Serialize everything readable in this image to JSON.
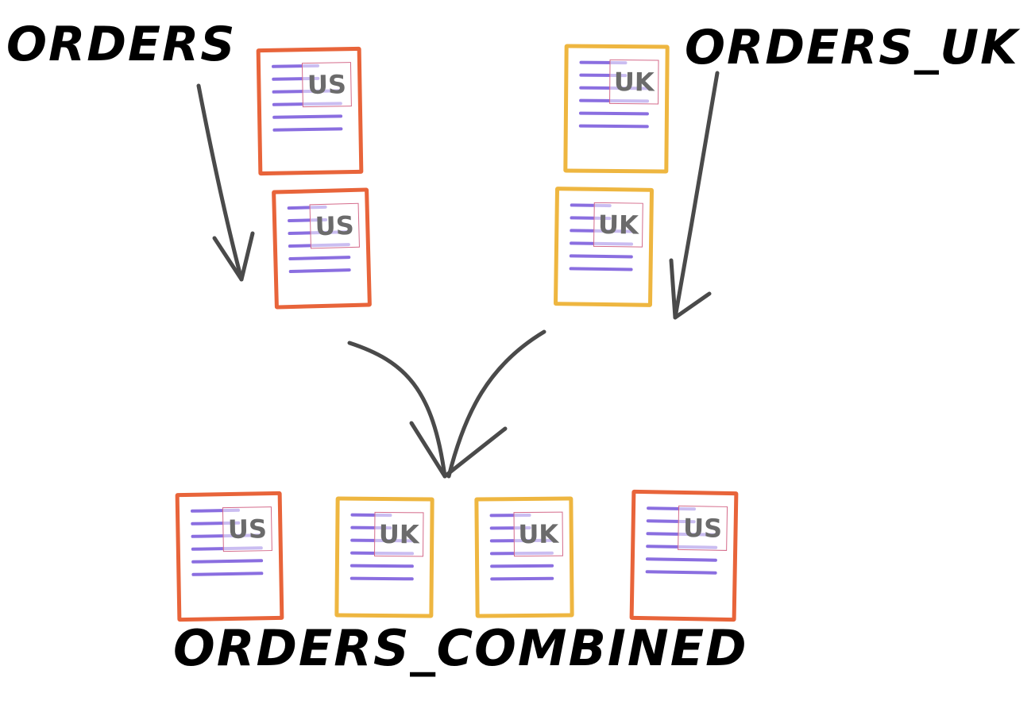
{
  "titles": {
    "orders": "ORDERS",
    "orders_uk": "ORDERS_UK",
    "orders_combined": "ORDERS_COMBINED"
  },
  "groups": {
    "orders": [
      {
        "label": "US",
        "color": "#e8643a"
      },
      {
        "label": "US",
        "color": "#e8643a"
      }
    ],
    "orders_uk": [
      {
        "label": "UK",
        "color": "#eeb640"
      },
      {
        "label": "UK",
        "color": "#eeb640"
      }
    ],
    "orders_combined": [
      {
        "label": "US",
        "color": "#e8643a"
      },
      {
        "label": "UK",
        "color": "#eeb640"
      },
      {
        "label": "UK",
        "color": "#eeb640"
      },
      {
        "label": "US",
        "color": "#e8643a"
      }
    ]
  },
  "colors": {
    "us": "#e8643a",
    "uk": "#eeb640",
    "text_lines": "#8a6ee0",
    "arrows": "#4a4a4a"
  }
}
